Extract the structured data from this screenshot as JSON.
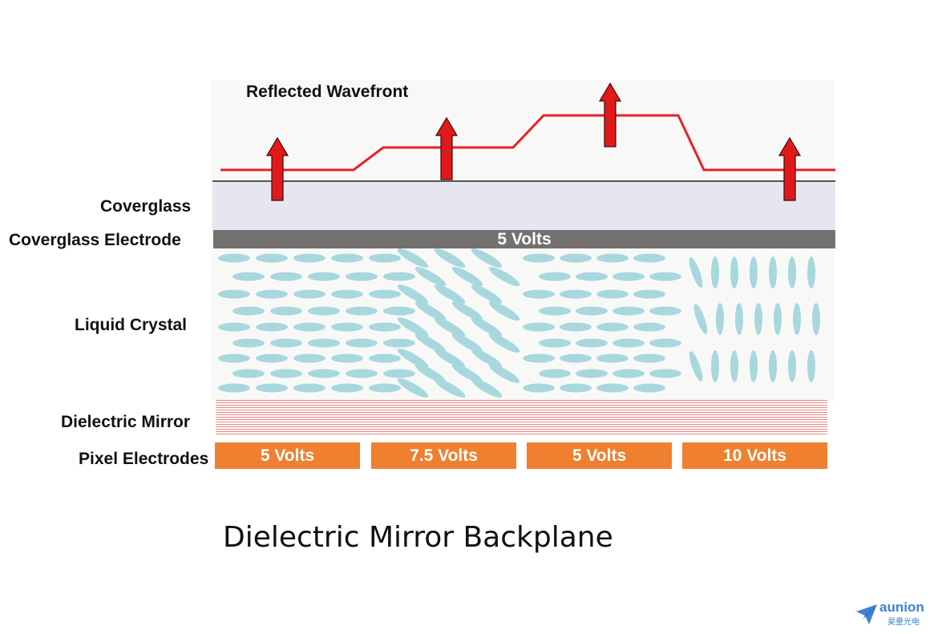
{
  "labels": {
    "reflected_wavefront": "Reflected Wavefront",
    "coverglass": "Coverglass",
    "coverglass_electrode": "Coverglass Electrode",
    "liquid_crystal": "Liquid Crystal",
    "dielectric_mirror": "Dielectric Mirror",
    "pixel_electrodes": "Pixel Electrodes"
  },
  "coverglass_electrode_voltage": "5 Volts",
  "pixel_electrodes": [
    "5 Volts",
    "7.5 Volts",
    "5 Volts",
    "10 Volts"
  ],
  "caption": "Dielectric Mirror Backplane",
  "logo": {
    "name": "aunion",
    "subtitle": "昊量光电"
  },
  "colors": {
    "wavefront": "#e8202a",
    "arrow_fill": "#e01a1a",
    "liquid_crystal": "#a8d8de",
    "electrode": "#757070",
    "pixel": "#ee8030",
    "mirror": "#f08a80"
  }
}
